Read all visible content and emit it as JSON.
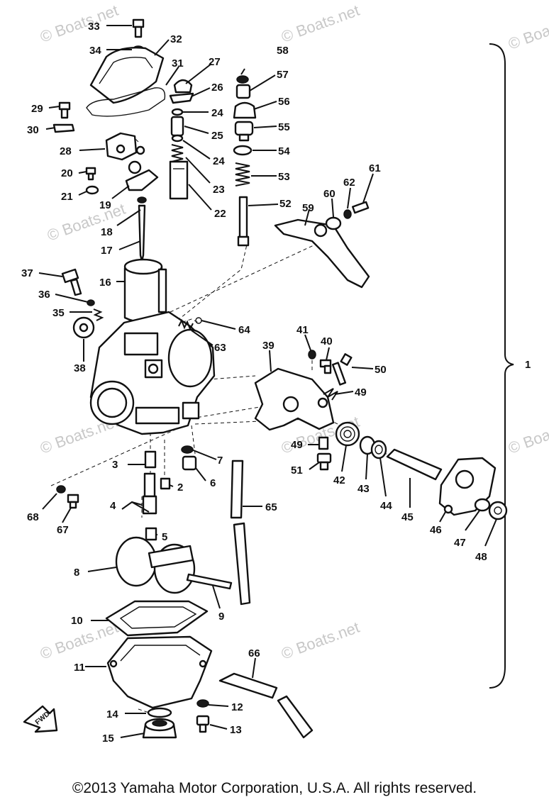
{
  "labels": {
    "p1": "1",
    "p2": "2",
    "p3": "3",
    "p4": "4",
    "p5": "5",
    "p6": "6",
    "p7": "7",
    "p8": "8",
    "p9": "9",
    "p10": "10",
    "p11": "11",
    "p12": "12",
    "p13": "13",
    "p14": "14",
    "p15": "15",
    "p16": "16",
    "p17": "17",
    "p18": "18",
    "p19": "19",
    "p20": "20",
    "p21": "21",
    "p22": "22",
    "p23": "23",
    "p24a": "24",
    "p24b": "24",
    "p25": "25",
    "p26": "26",
    "p27": "27",
    "p28": "28",
    "p29": "29",
    "p30": "30",
    "p31": "31",
    "p32": "32",
    "p33": "33",
    "p34": "34",
    "p35": "35",
    "p36": "36",
    "p37": "37",
    "p38": "38",
    "p39": "39",
    "p40": "40",
    "p41": "41",
    "p42": "42",
    "p43": "43",
    "p44": "44",
    "p45": "45",
    "p46": "46",
    "p47": "47",
    "p48": "48",
    "p49a": "49",
    "p49b": "49",
    "p50": "50",
    "p51": "51",
    "p52": "52",
    "p53": "53",
    "p54": "54",
    "p55": "55",
    "p56": "56",
    "p57": "57",
    "p58": "58",
    "p59": "59",
    "p60": "60",
    "p61": "61",
    "p62": "62",
    "p63": "63",
    "p64": "64",
    "p65": "65",
    "p66": "66",
    "p67": "67",
    "p68": "68"
  },
  "fwd": "FWD",
  "watermark": "© Boats.net",
  "copyright": "©2013 Yamaha Motor Corporation, U.S.A. All rights reserved."
}
